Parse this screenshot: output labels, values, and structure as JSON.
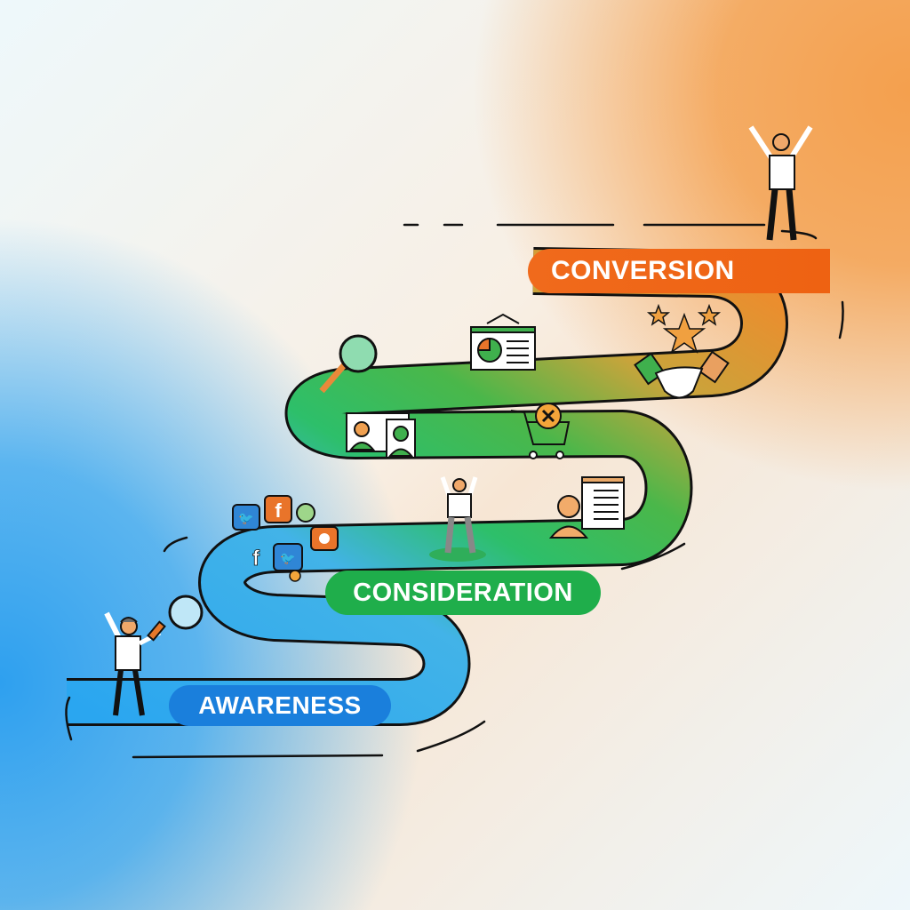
{
  "title": "Customer Journey Path",
  "stages": [
    {
      "label": "AWARENESS",
      "color": "#1a7fdc"
    },
    {
      "label": "CONSIDERATION",
      "color": "#1fae4b"
    },
    {
      "label": "CONVERSION",
      "color": "#ee6212"
    }
  ],
  "icons": {
    "awareness": [
      "person-with-magnifier-icon",
      "twitter-icon",
      "facebook-icon",
      "chat-bubble-icon"
    ],
    "consideration": [
      "person-celebrating-icon",
      "user-profile-cards-icon",
      "shopping-cart-cancel-icon",
      "person-document-icon"
    ],
    "conversion": [
      "magnifier-icon",
      "presentation-chart-icon",
      "stars-icon",
      "handshake-icon",
      "person-celebrating-icon"
    ]
  },
  "social_glyphs": {
    "twitter": "🐦",
    "facebook": "f"
  }
}
